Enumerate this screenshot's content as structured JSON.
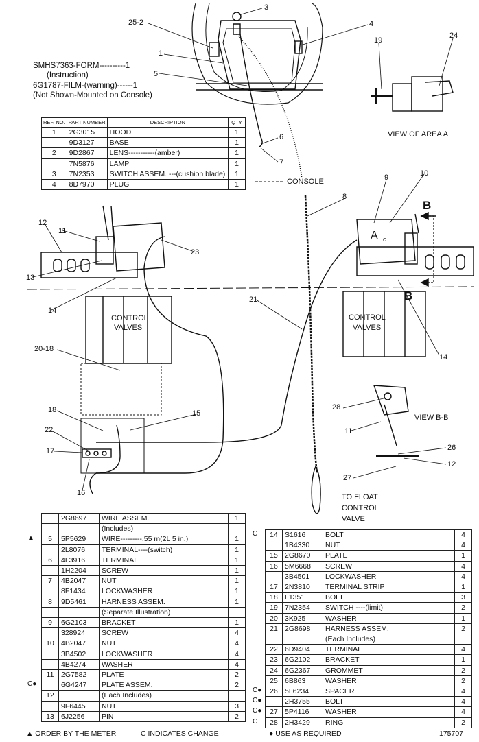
{
  "header_notes": [
    "SMHS7363-FORM----------1",
    "(Instruction)",
    "6G1787-FILM-(warning)------1",
    "(Not Shown-Mounted on Console)"
  ],
  "table1": {
    "headers": [
      "REF. NO.",
      "PART NUMBER",
      "DESCRIPTION",
      "QTY"
    ],
    "rows": [
      {
        "ref": "1",
        "part": "2G3015",
        "desc": "HOOD",
        "qty": "1"
      },
      {
        "ref": "",
        "part": "9D3127",
        "desc": "BASE",
        "qty": "1"
      },
      {
        "ref": "2",
        "part": "9D2867",
        "desc": "LENS-----------(amber)",
        "qty": "1"
      },
      {
        "ref": "",
        "part": "7N5876",
        "desc": "LAMP",
        "qty": "1"
      },
      {
        "ref": "3",
        "part": "7N2353",
        "desc": "SWITCH ASSEM. ---(cushion blade)",
        "qty": "1"
      },
      {
        "ref": "4",
        "part": "8D7970",
        "desc": "PLUG",
        "qty": "1"
      }
    ]
  },
  "diagram_labels": {
    "callouts": [
      "25-2",
      "3",
      "4",
      "1",
      "5",
      "19",
      "24",
      "6",
      "7",
      "8",
      "9",
      "10",
      "11",
      "12",
      "13",
      "14",
      "20-18",
      "18",
      "15",
      "22",
      "17",
      "16",
      "21",
      "23",
      "28",
      "26",
      "27"
    ],
    "console": "CONSOLE",
    "view_a": "VIEW OF AREA  A",
    "view_bb": "VIEW B-B",
    "control_valves": [
      "CONTROL",
      "VALVES"
    ],
    "float_valve": [
      "TO FLOAT",
      "CONTROL",
      "VALVE"
    ],
    "letter_a": "A",
    "letter_b": "B",
    "letter_c": "c"
  },
  "table2": {
    "rows": [
      {
        "mark": "",
        "ref": "",
        "part": "2G8697",
        "desc": "WIRE ASSEM.",
        "qty": "1"
      },
      {
        "mark": "",
        "ref": "",
        "part": "",
        "desc": "(Includes)",
        "qty": ""
      },
      {
        "mark": "▲",
        "ref": "5",
        "part": "5P5629",
        "desc": "WIRE---------.55 m(2L 5 in.)",
        "qty": "1"
      },
      {
        "mark": "",
        "ref": "",
        "part": "2L8076",
        "desc": "TERMINAL----(switch)",
        "qty": "1"
      },
      {
        "mark": "",
        "ref": "6",
        "part": "4L3916",
        "desc": "TERMINAL",
        "qty": "1"
      },
      {
        "mark": "",
        "ref": "",
        "part": "1H2204",
        "desc": "SCREW",
        "qty": "1"
      },
      {
        "mark": "",
        "ref": "7",
        "part": "4B2047",
        "desc": "NUT",
        "qty": "1"
      },
      {
        "mark": "",
        "ref": "",
        "part": "8F1434",
        "desc": "LOCKWASHER",
        "qty": "1"
      },
      {
        "mark": "",
        "ref": "8",
        "part": "9D5461",
        "desc": "HARNESS ASSEM.",
        "qty": "1"
      },
      {
        "mark": "",
        "ref": "",
        "part": "",
        "desc": "(Separate Illustration)",
        "qty": ""
      },
      {
        "mark": "",
        "ref": "9",
        "part": "6G2103",
        "desc": "BRACKET",
        "qty": "1"
      },
      {
        "mark": "",
        "ref": "",
        "part": "328924",
        "desc": "SCREW",
        "qty": "4"
      },
      {
        "mark": "",
        "ref": "10",
        "part": "4B2047",
        "desc": "NUT",
        "qty": "4"
      },
      {
        "mark": "",
        "ref": "",
        "part": "3B4502",
        "desc": "LOCKWASHER",
        "qty": "4"
      },
      {
        "mark": "",
        "ref": "",
        "part": "4B4274",
        "desc": "WASHER",
        "qty": "4"
      },
      {
        "mark": "",
        "ref": "11",
        "part": "2G7582",
        "desc": "PLATE",
        "qty": "2"
      },
      {
        "mark": "C●",
        "ref": "",
        "part": "6G4247",
        "desc": "PLATE ASSEM.",
        "qty": "2"
      },
      {
        "mark": "",
        "ref": "12",
        "part": "",
        "desc": "(Each Includes)",
        "qty": ""
      },
      {
        "mark": "",
        "ref": "",
        "part": "9F6445",
        "desc": "NUT",
        "qty": "3"
      },
      {
        "mark": "",
        "ref": "13",
        "part": "6J2256",
        "desc": "PIN",
        "qty": "2"
      }
    ]
  },
  "table3": {
    "rows": [
      {
        "mark": "C",
        "ref": "14",
        "part": "S1616",
        "desc": "BOLT",
        "qty": "4"
      },
      {
        "mark": "",
        "ref": "",
        "part": "1B4330",
        "desc": "NUT",
        "qty": "4"
      },
      {
        "mark": "",
        "ref": "15",
        "part": "2G8670",
        "desc": "PLATE",
        "qty": "1"
      },
      {
        "mark": "",
        "ref": "16",
        "part": "5M6668",
        "desc": "SCREW",
        "qty": "4"
      },
      {
        "mark": "",
        "ref": "",
        "part": "3B4501",
        "desc": "LOCKWASHER",
        "qty": "4"
      },
      {
        "mark": "",
        "ref": "17",
        "part": "2N3810",
        "desc": "TERMINAL STRIP",
        "qty": "1"
      },
      {
        "mark": "",
        "ref": "18",
        "part": "L1351",
        "desc": "BOLT",
        "qty": "3"
      },
      {
        "mark": "",
        "ref": "19",
        "part": "7N2354",
        "desc": "SWITCH ----(limit)",
        "qty": "2"
      },
      {
        "mark": "",
        "ref": "20",
        "part": "3K925",
        "desc": "WASHER",
        "qty": "1"
      },
      {
        "mark": "",
        "ref": "21",
        "part": "2G8698",
        "desc": "HARNESS ASSEM.",
        "qty": "2"
      },
      {
        "mark": "",
        "ref": "",
        "part": "",
        "desc": "(Each Includes)",
        "qty": ""
      },
      {
        "mark": "",
        "ref": "22",
        "part": "6D9404",
        "desc": "TERMINAL",
        "qty": "4"
      },
      {
        "mark": "",
        "ref": "23",
        "part": "6G2102",
        "desc": "BRACKET",
        "qty": "1"
      },
      {
        "mark": "",
        "ref": "24",
        "part": "6G2367",
        "desc": "GROMMET",
        "qty": "2"
      },
      {
        "mark": "",
        "ref": "25",
        "part": "6B863",
        "desc": "WASHER",
        "qty": "2"
      },
      {
        "mark": "C●",
        "ref": "26",
        "part": "5L6234",
        "desc": "SPACER",
        "qty": "4"
      },
      {
        "mark": "C●",
        "ref": "",
        "part": "2H3755",
        "desc": "BOLT",
        "qty": "4"
      },
      {
        "mark": "C●",
        "ref": "27",
        "part": "5P4116",
        "desc": "WASHER",
        "qty": "4"
      },
      {
        "mark": "C",
        "ref": "28",
        "part": "2H3429",
        "desc": "RING",
        "qty": "2"
      }
    ]
  },
  "footer": {
    "left": "▲ ORDER BY THE METER",
    "middle": "C  INDICATES CHANGE",
    "right": "● USE AS REQUIRED",
    "number": "175707"
  }
}
